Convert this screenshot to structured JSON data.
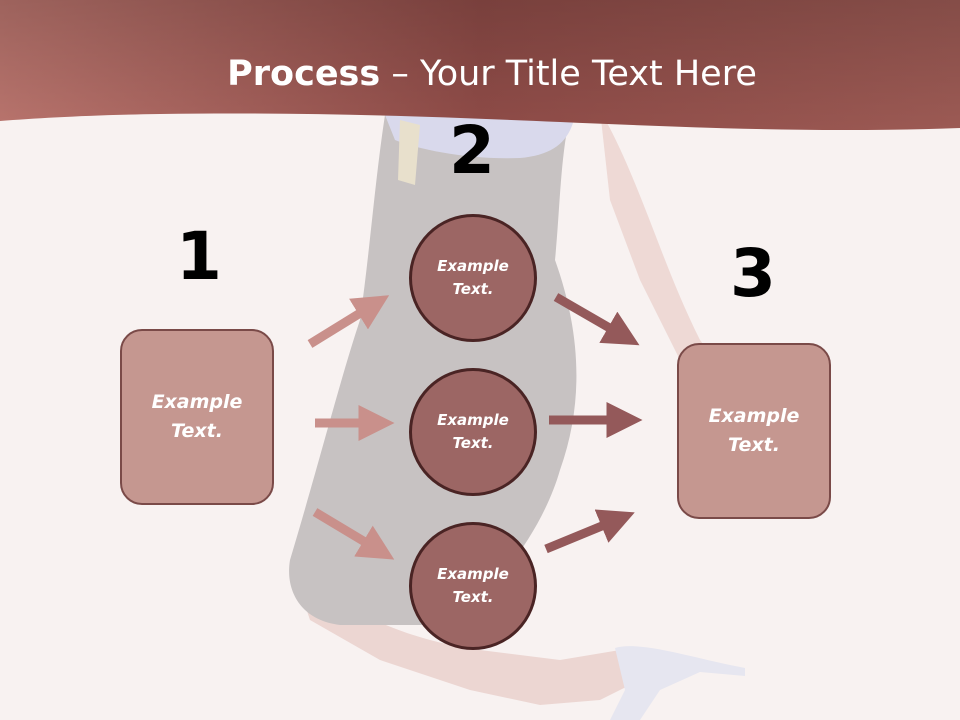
{
  "title": {
    "bold": "Process",
    "rest": " – Your Title Text Here"
  },
  "steps": [
    {
      "number": "1",
      "label": "Example\nText."
    },
    {
      "number": "2",
      "items": [
        "Example\nText.",
        "Example\nText.",
        "Example\nText."
      ]
    },
    {
      "number": "3",
      "label": "Example\nText."
    }
  ],
  "colors": {
    "header": "#a2605a",
    "box_fill": "#c59790",
    "circle_fill": "#9c6664",
    "arrow_light": "#c9908b",
    "arrow_dark": "#94595a"
  },
  "background_image": "faded photo of a woman in a dark skirt and striped heels"
}
